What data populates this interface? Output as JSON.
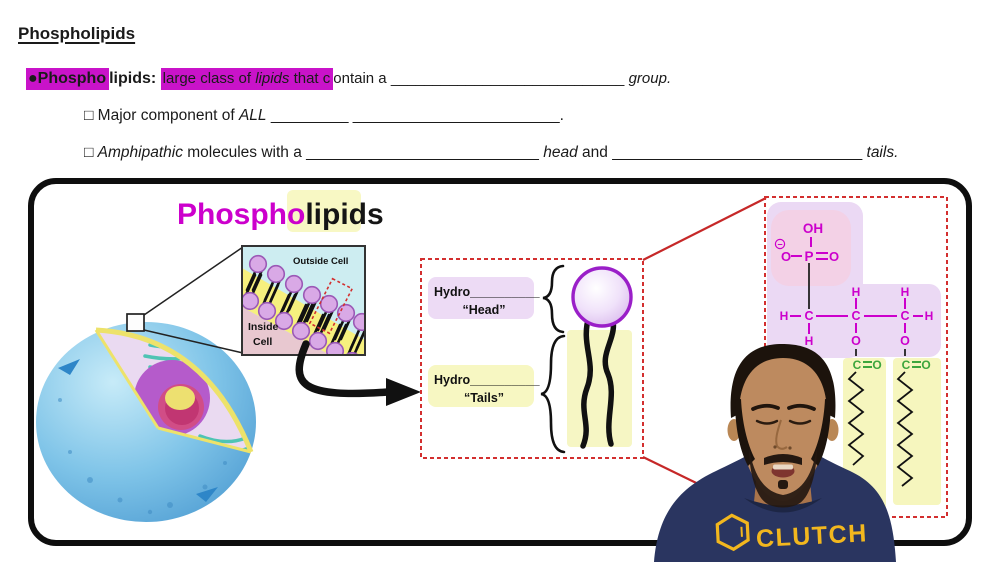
{
  "colors": {
    "highlight_magenta": "#C913C9",
    "highlight_yellow": "#F8F8C4",
    "highlight_lavender": "#EDDBF5",
    "accent_magenta": "#CC00CC",
    "dashed_red": "#D32F2F",
    "bond_green": "#3DA63D",
    "membrane_blue": "#CDEDF1",
    "membrane_pink": "#E8C8D0",
    "membrane_yellow": "#F6F07E",
    "shirt_navy": "#2A3560",
    "clutch_yellow": "#F2B71E"
  },
  "notes": {
    "heading": "Phospholipids",
    "line1": {
      "term_hl": "●Phospho",
      "term_rest": "lipids",
      "colon": ": ",
      "def_a": "large class of ",
      "def_b": "lipids",
      "def_c": " that c",
      "def_rest": "ontain a ",
      "blank": "____________________________",
      "tail": " group."
    },
    "line2": {
      "bullet": "□ ",
      "text_a": "Major component of ",
      "text_b": "ALL",
      "blank1": " _________",
      "blank2": " ________________________",
      "period": "."
    },
    "line3": {
      "bullet": "□ ",
      "text_a": "Amphipathic",
      "text_b": " molecules with a ",
      "blank1": "___________________________",
      "text_c": " head",
      "text_d": " and ",
      "blank2": "_____________________________",
      "text_e": " tails."
    }
  },
  "board": {
    "title": {
      "part1": "Phospho",
      "part2": "lipids"
    },
    "membrane": {
      "outside_label": "Outside Cell",
      "inside_label_1": "Inside",
      "inside_label_2": "Cell"
    },
    "head_label": {
      "line1": "Hydro__________",
      "line2": "“Head”"
    },
    "tails_label": {
      "line1": "Hydro__________",
      "line2": "“Tails”"
    },
    "molecule": {
      "oh": "OH",
      "p": "P",
      "o": "O",
      "h": "H",
      "c": "C",
      "charge": "−"
    },
    "shirt_text": "CLUTCH"
  }
}
